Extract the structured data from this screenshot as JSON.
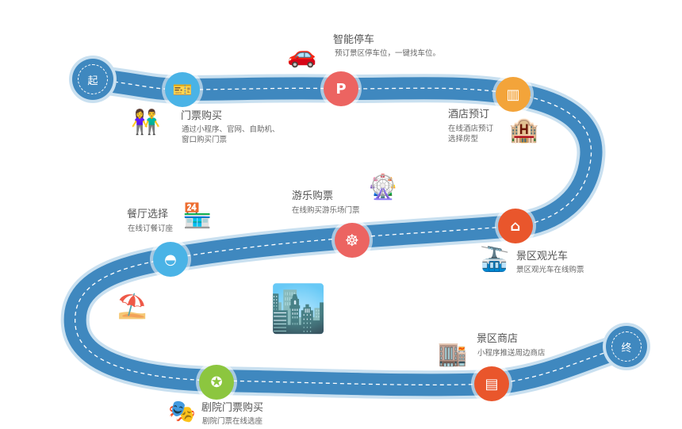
{
  "start_label": "起",
  "end_label": "终",
  "stops": [
    {
      "title": "门票购买",
      "desc_lines": [
        "通过小程序、官网、自助机、",
        "窗口购买门票"
      ],
      "icon": "ticket-icon",
      "color": "#4ab3e6"
    },
    {
      "title": "智能停车",
      "desc_lines": [
        "预订景区停车位，一键找车位。"
      ],
      "icon": "parking-icon",
      "color": "#ec6461"
    },
    {
      "title": "酒店预订",
      "desc_lines": [
        "在线酒店预订",
        "选择房型"
      ],
      "icon": "hotel-icon",
      "color": "#f3a43a"
    },
    {
      "title": "景区观光车",
      "desc_lines": [
        "景区观光车在线购票"
      ],
      "icon": "cable-car-icon",
      "color": "#e9562c"
    },
    {
      "title": "游乐购票",
      "desc_lines": [
        "在线购买游乐场门票"
      ],
      "icon": "ferris-wheel-icon",
      "color": "#ec6461"
    },
    {
      "title": "餐厅选择",
      "desc_lines": [
        "在线订餐订座"
      ],
      "icon": "dining-bell-icon",
      "color": "#4ab3e6"
    },
    {
      "title": "剧院门票购买",
      "desc_lines": [
        "剧院门票在线选座"
      ],
      "icon": "theater-icon",
      "color": "#8cc63f"
    },
    {
      "title": "景区商店",
      "desc_lines": [
        "小程序推送周边商店"
      ],
      "icon": "shop-icon",
      "color": "#e9562c"
    }
  ],
  "road_color": "#3f88bf"
}
